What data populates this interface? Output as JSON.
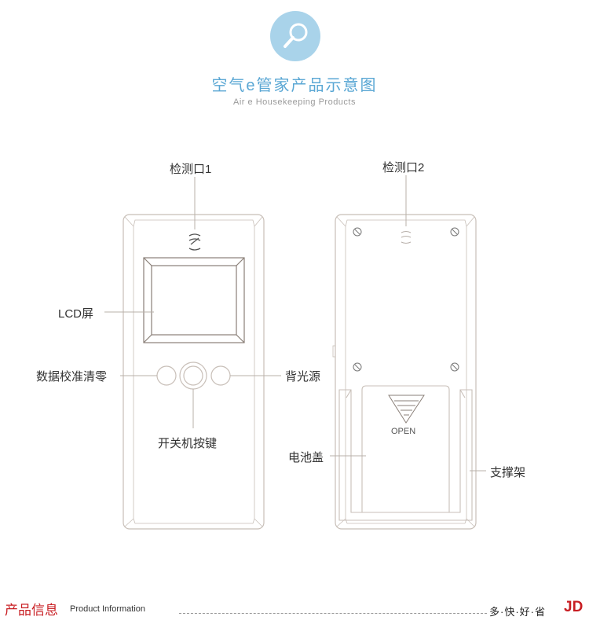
{
  "header": {
    "icon": "magnifier-icon",
    "title_cn": "空气e管家产品示意图",
    "title_en": "Air e Housekeeping Products"
  },
  "labels": {
    "port1": "检测口1",
    "port2": "检测口2",
    "lcd": "LCD屏",
    "calibrate": "数据校准清零",
    "backlight": "背光源",
    "power": "开关机按键",
    "battery": "电池盖",
    "stand": "支撑架",
    "open": "OPEN"
  },
  "footer": {
    "title_cn": "产品信息",
    "title_en": "Product Information",
    "slogan": "多·快·好·省",
    "brand": "JD"
  },
  "colors": {
    "accent_blue": "#5aa7d4",
    "icon_bg": "#a9d3ea",
    "outline": "#c8bfb8",
    "brand_red": "#c81d22"
  }
}
